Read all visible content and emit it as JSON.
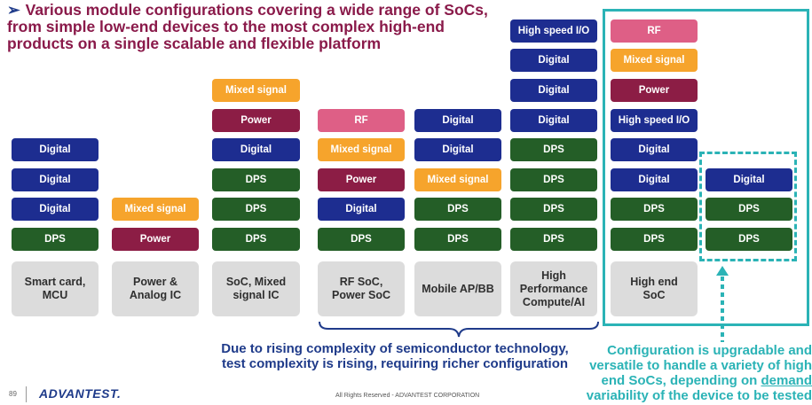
{
  "headline": {
    "bullet": "➢",
    "text": "Various module configurations covering a wide range of SoCs, from simple low-end devices to the most complex high-end products on a single scalable and flexible platform"
  },
  "colors": {
    "Digital": "#1d2d90",
    "DPS": "#245e27",
    "Power": "#8c1d45",
    "Mixed signal": "#f6a42c",
    "RF": "#de5f86",
    "High speed I/O": "#1d2d90",
    "accent_teal": "#2bb3b6"
  },
  "columns": [
    {
      "label": "Smart card,\nMCU",
      "modules": [
        "Digital",
        "Digital",
        "Digital",
        "DPS"
      ]
    },
    {
      "label": "Power &\nAnalog IC",
      "modules": [
        "Mixed signal",
        "Power"
      ]
    },
    {
      "label": "SoC, Mixed\nsignal IC",
      "modules": [
        "Mixed signal",
        "Power",
        "Digital",
        "DPS",
        "DPS",
        "DPS"
      ]
    },
    {
      "label": "RF SoC,\nPower SoC",
      "modules": [
        "RF",
        "Mixed signal",
        "Power",
        "Digital",
        "DPS"
      ]
    },
    {
      "label": "Mobile AP/BB",
      "modules": [
        "Digital",
        "Digital",
        "Mixed signal",
        "DPS",
        "DPS"
      ]
    },
    {
      "label": "High\nPerformance\nCompute/AI",
      "modules": [
        "High speed I/O",
        "Digital",
        "Digital",
        "Digital",
        "DPS",
        "DPS",
        "DPS",
        "DPS"
      ]
    },
    {
      "label": "High end\nSoC",
      "modules": [
        "RF",
        "Mixed signal",
        "Power",
        "High speed I/O",
        "Digital",
        "Digital",
        "DPS",
        "DPS"
      ]
    },
    {
      "label": "",
      "modules": [
        "Digital",
        "DPS",
        "DPS"
      ]
    }
  ],
  "notes": {
    "rising": "Due to rising complexity of semiconductor technology, test complexity is rising, requiring richer configuration",
    "upgradable_line1": "Configuration is  upgradable and",
    "upgradable_line2": "versatile to handle a variety of high",
    "upgradable_line3_pre": "end SoCs, depending on ",
    "upgradable_line3_u": "demand",
    "upgradable_line4": "variability of the device to be tested"
  },
  "footer": {
    "page": "89",
    "logo": "ADVANTEST.",
    "copyright": "All Rights Reserved - ADVANTEST CORPORATION"
  }
}
